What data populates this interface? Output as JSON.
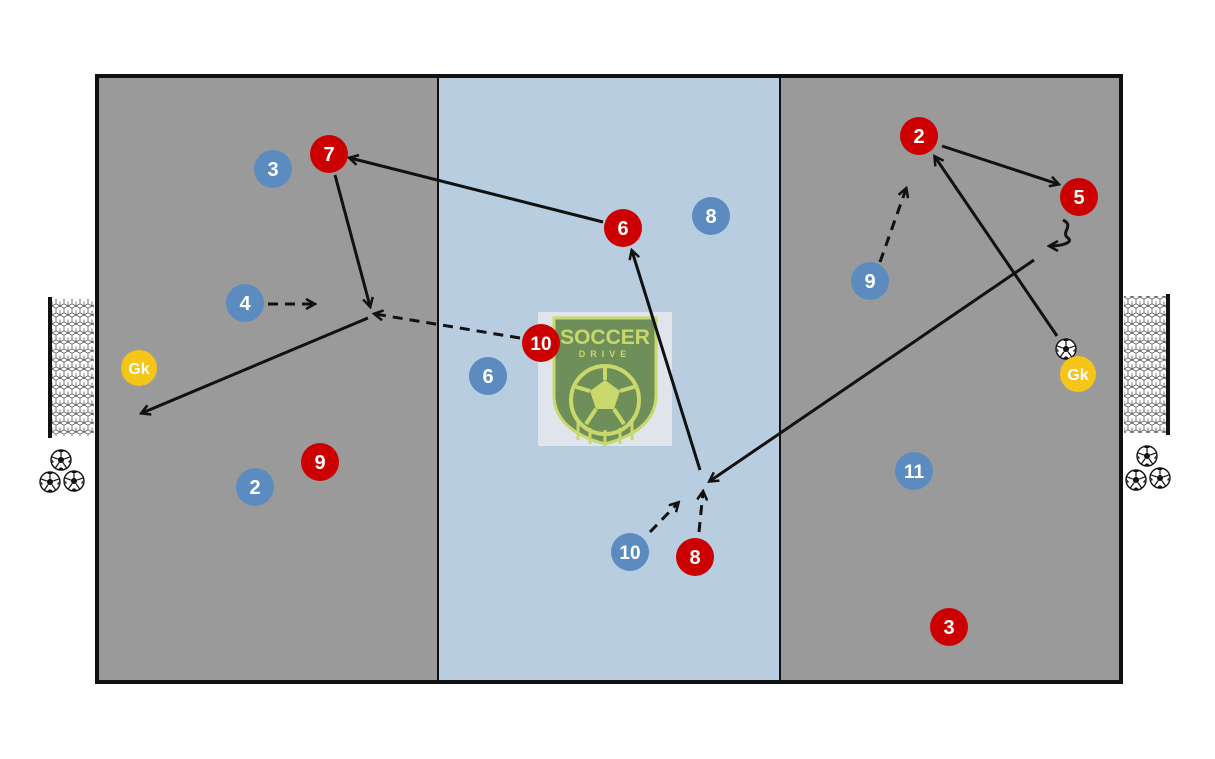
{
  "diagram": {
    "colors": {
      "zone_outer": "#9a9a9a",
      "zone_middle": "#b9cde1",
      "border": "#111111",
      "red_team": "#cc0000",
      "blue_team": "#5b8bbf",
      "goalkeeper": "#f5c518",
      "arrow": "#111111"
    },
    "logo": {
      "line1": "SOCCER",
      "line2": "DRIVE"
    },
    "goalkeepers": [
      {
        "id": "gk-left",
        "label": "Gk"
      },
      {
        "id": "gk-right",
        "label": "Gk"
      }
    ],
    "red_players": [
      {
        "id": "red-7",
        "label": "7"
      },
      {
        "id": "red-6",
        "label": "6"
      },
      {
        "id": "red-10",
        "label": "10"
      },
      {
        "id": "red-9",
        "label": "9"
      },
      {
        "id": "red-8",
        "label": "8"
      },
      {
        "id": "red-2",
        "label": "2"
      },
      {
        "id": "red-5",
        "label": "5"
      },
      {
        "id": "red-3",
        "label": "3"
      }
    ],
    "blue_players": [
      {
        "id": "blue-3",
        "label": "3"
      },
      {
        "id": "blue-4",
        "label": "4"
      },
      {
        "id": "blue-2",
        "label": "2"
      },
      {
        "id": "blue-8",
        "label": "8"
      },
      {
        "id": "blue-6",
        "label": "6"
      },
      {
        "id": "blue-10",
        "label": "10"
      },
      {
        "id": "blue-9",
        "label": "9"
      },
      {
        "id": "blue-11",
        "label": "11"
      }
    ],
    "ball_icon": "soccer-ball-icon",
    "goal_icon": "goal-net-icon"
  }
}
